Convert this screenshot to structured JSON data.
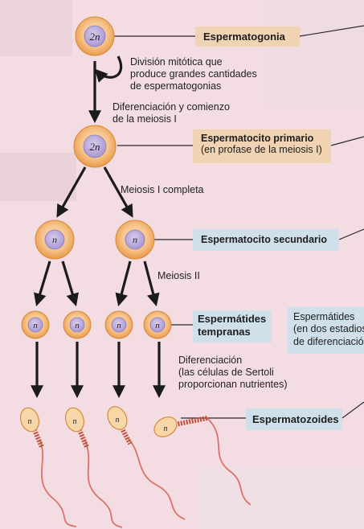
{
  "cells": {
    "spermatogonia_ploidy": "2n",
    "primary_ploidy": "2n",
    "haploid": "n"
  },
  "annotations": {
    "mitotic": [
      "División mitótica que",
      "produce grandes cantidades",
      "de espermatogonias"
    ],
    "differentiation_meiosis": [
      "Diferenciación y comienzo",
      "de la meiosis I"
    ],
    "meiosis_1": "Meiosis I completa",
    "meiosis_2": "Meiosis II",
    "differentiation_sertoli": [
      "Diferenciación",
      "(las células de Sertoli",
      "proporcionan nutrientes)"
    ]
  },
  "stage_labels": {
    "spermatogonia": "Espermatogonia",
    "primary_title": "Espermatocito primario",
    "primary_sub": "(en profase de la meiosis I)",
    "secondary": "Espermatocito secundario",
    "early_spermatids": [
      "Espermátides",
      "tempranas"
    ],
    "spermatozoa": "Espermatozoides"
  },
  "side_box": [
    "Espermátides",
    "(en dos estadios",
    "de diferenciación"
  ],
  "colors": {
    "background": "#f3dde3",
    "cell_fill": "#f0ae63",
    "nucleus": "#b8a7d8",
    "tan_box": "#f0d3b2",
    "blue_box": "#cfe0ea",
    "tail": "#d9736a",
    "midpiece": "#c2503a"
  }
}
